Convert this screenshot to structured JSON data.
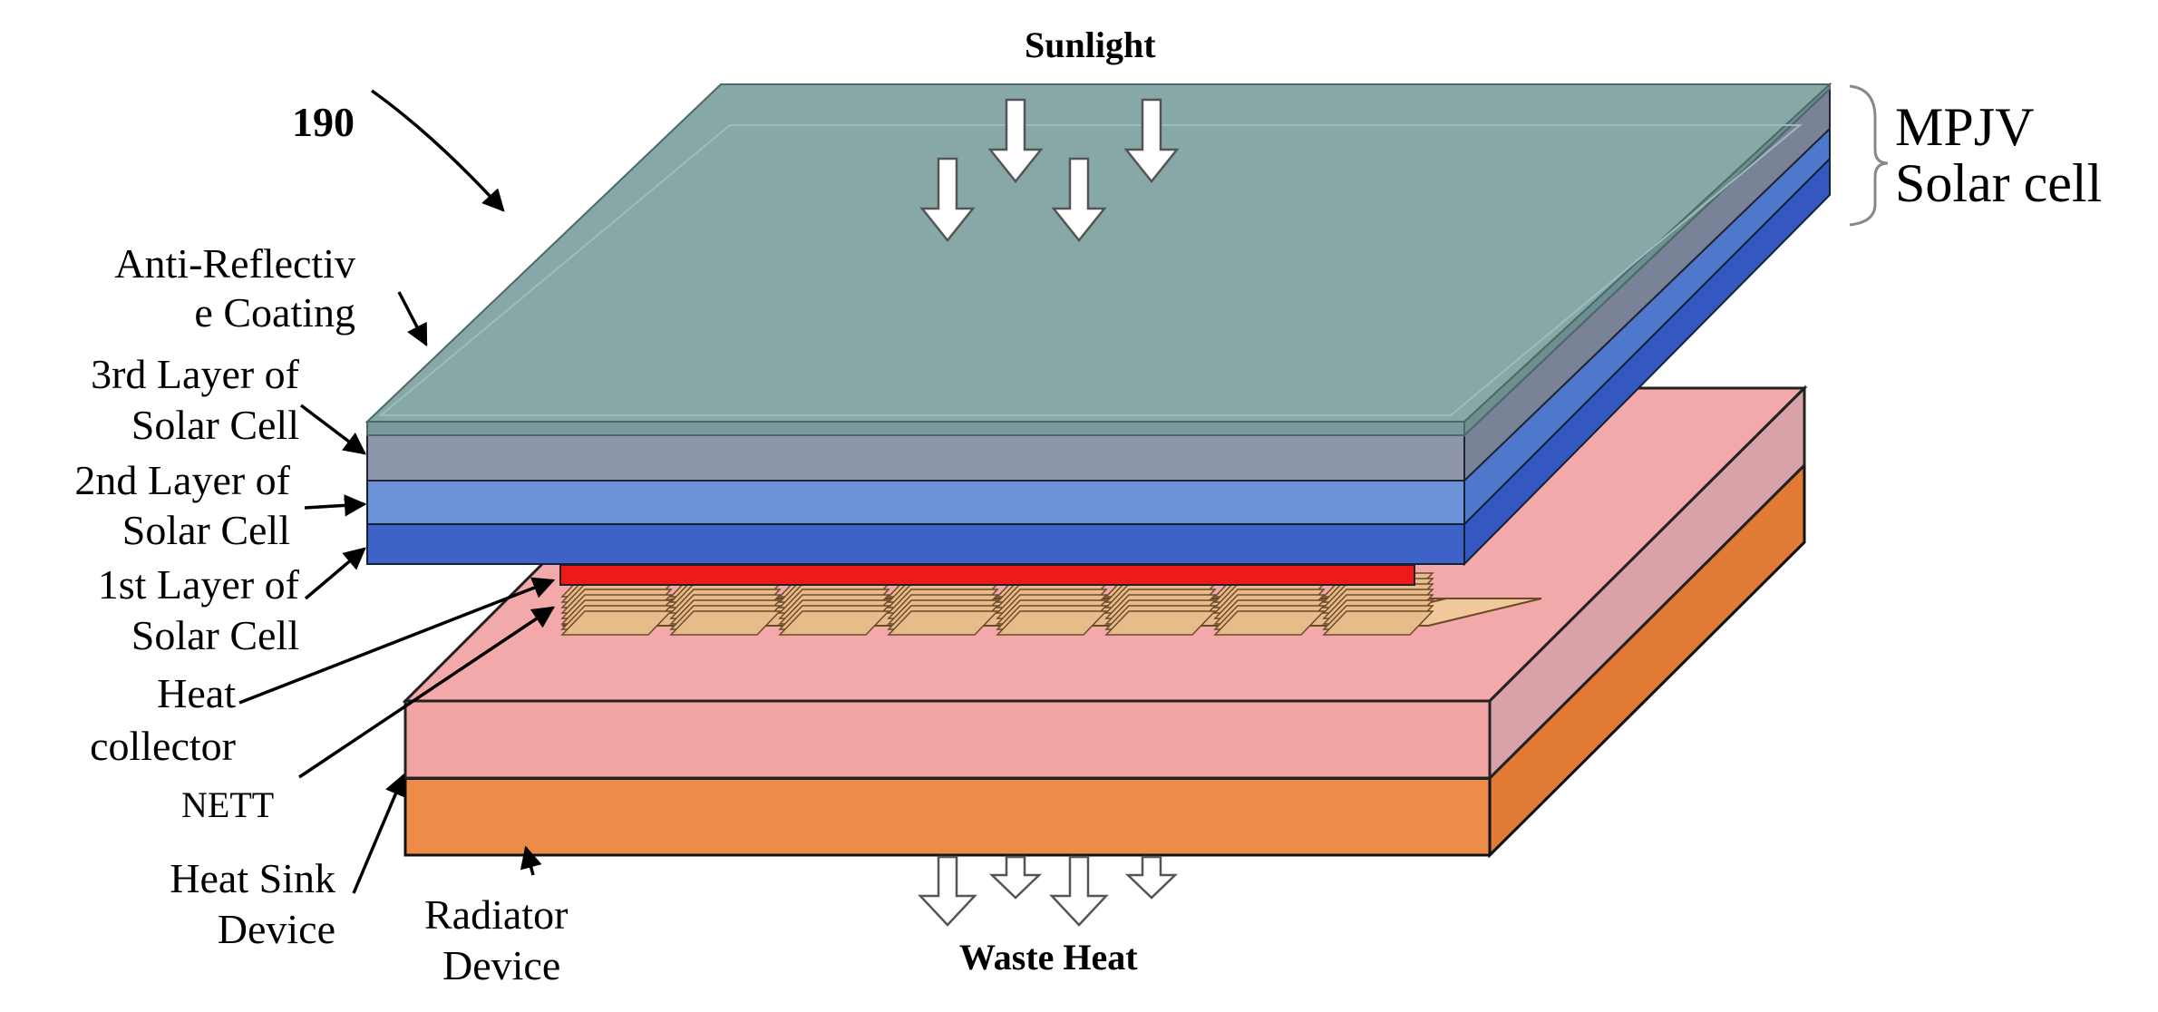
{
  "figure": {
    "ref_number": "190",
    "sunlight": "Sunlight",
    "waste_heat": "Waste Heat",
    "mpjv": [
      "MPJV",
      "Solar cell"
    ],
    "labels": {
      "anti_reflective": [
        "Anti-Reflectiv",
        "e Coating"
      ],
      "layer3": [
        "3rd Layer of",
        "Solar Cell"
      ],
      "layer2": [
        "2nd Layer of",
        "Solar Cell"
      ],
      "layer1": [
        "1st Layer of",
        "Solar Cell"
      ],
      "heat_collector": [
        "Heat",
        "collector"
      ],
      "nett": "NETT",
      "heat_sink": [
        "Heat Sink",
        "Device"
      ],
      "radiator": [
        "Radiator",
        "Device"
      ]
    },
    "colors": {
      "coating": "#88a8a8",
      "layer3": "#8e96aa",
      "layer2": "#6b92d6",
      "layer1": "#3f62c8",
      "heat_collector": "#ee1a1a",
      "nett": "#f0aaaa",
      "radiator": "#ec8c48",
      "fins": "#e8bb8a"
    }
  }
}
